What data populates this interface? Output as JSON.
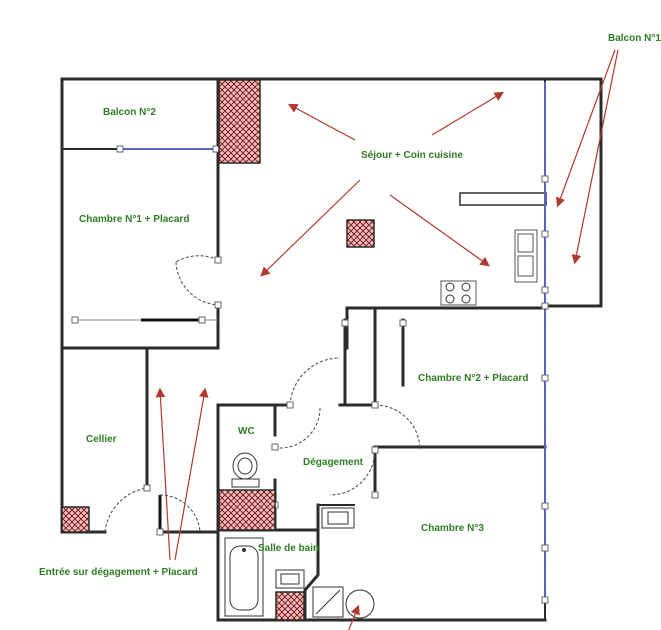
{
  "plan": {
    "rooms": {
      "balcon1": "Balcon N°1",
      "balcon2": "Balcon N°2",
      "sejour": "Séjour + Coin cuisine",
      "chambre1": "Chambre N°1 + Placard",
      "chambre2": "Chambre N°2 + Placard",
      "chambre3": "Chambre N°3",
      "cellier": "Cellier",
      "wc": "WC",
      "degagement": "Dégagement",
      "sdb": "Salle de bain",
      "entree": "Entrée sur dégagement + Placard"
    },
    "colors": {
      "label": "#2e7d23",
      "wall": "#2b2b2b",
      "glass": "#5a62c9",
      "arrow": "#b03a2e",
      "hatch": "#8b1a1a",
      "hatch_bg": "#d9a5a5"
    }
  }
}
